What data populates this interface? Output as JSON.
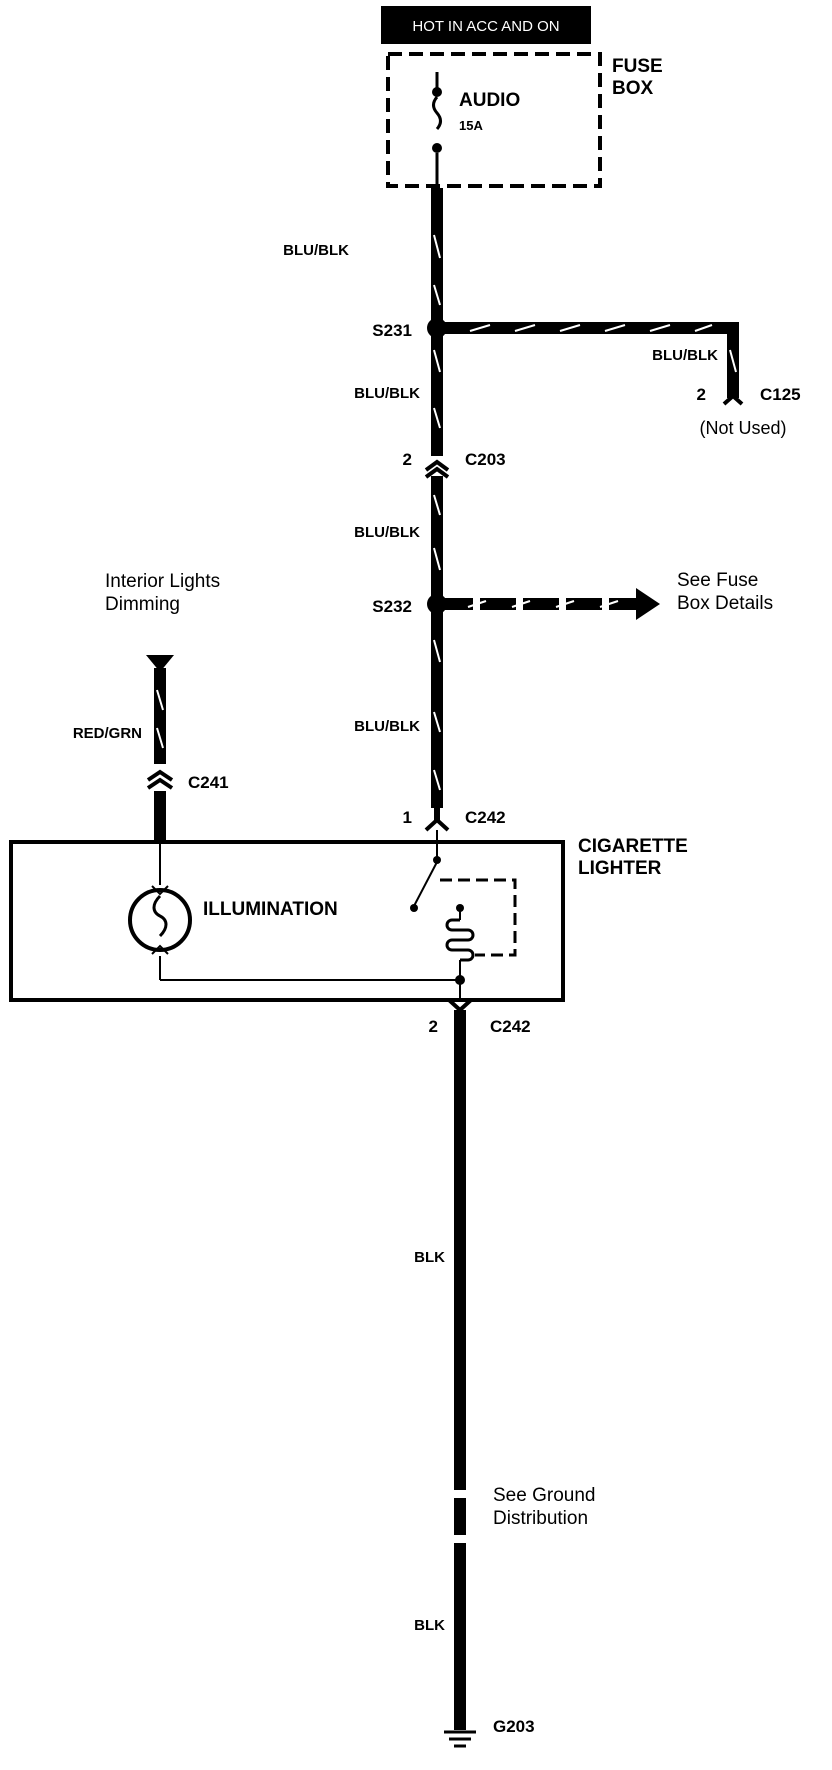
{
  "power_source": {
    "label": "HOT IN ACC AND ON"
  },
  "fuse_box": {
    "label_line1": "FUSE",
    "label_line2": "BOX",
    "fuse_name": "AUDIO",
    "fuse_rating": "15A"
  },
  "wires": {
    "w1": "BLU/BLK",
    "w2": "BLU/BLK",
    "w3": "BLU/BLK",
    "w4": "BLU/BLK",
    "branch": "BLU/BLK",
    "dimming": "RED/GRN",
    "ground_upper": "BLK",
    "ground_lower": "BLK"
  },
  "splices": {
    "s231": "S231",
    "s232": "S232"
  },
  "connectors": {
    "c125": {
      "pin": "2",
      "name": "C125",
      "note": "(Not Used)"
    },
    "c203": {
      "pin": "2",
      "name": "C203"
    },
    "c241": {
      "name": "C241"
    },
    "c242_top": {
      "pin": "1",
      "name": "C242"
    },
    "c242_bottom": {
      "pin": "2",
      "name": "C242"
    }
  },
  "references": {
    "fuse_details_line1": "See Fuse",
    "fuse_details_line2": "Box Details",
    "dimming_line1": "Interior Lights",
    "dimming_line2": "Dimming",
    "ground_dist_line1": "See Ground",
    "ground_dist_line2": "Distribution"
  },
  "component": {
    "name_line1": "CIGARETTE",
    "name_line2": "LIGHTER",
    "illumination": "ILLUMINATION"
  },
  "ground": {
    "name": "G203"
  }
}
